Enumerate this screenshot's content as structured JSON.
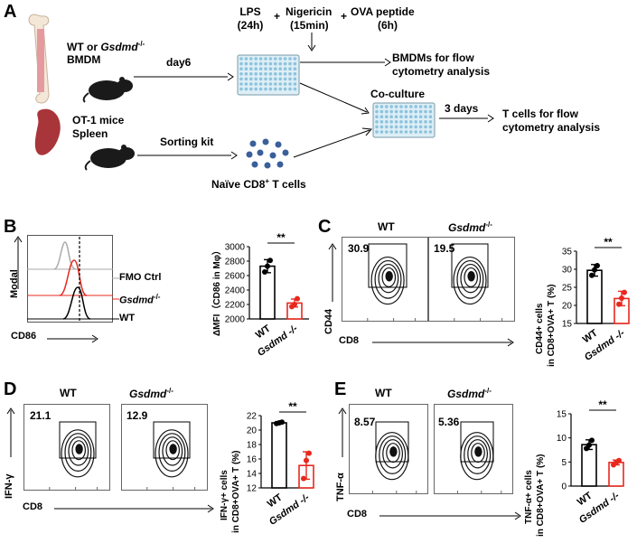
{
  "panelA": {
    "label": "A",
    "bmdm_source": "WT or Gsdmd-/- BMDM",
    "bmdm_line1_prefix": "WT or ",
    "bmdm_line1_gene": "Gsdmd",
    "bmdm_line1_sup": "-/-",
    "bmdm_line2": "BMDM",
    "day6": "day6",
    "lps": "LPS",
    "lps_time": "(24h)",
    "plus1": "+",
    "nigericin": "Nigericin",
    "nigericin_time": "(15min)",
    "plus2": "+",
    "ova": "OVA peptide",
    "ova_time": "(6h)",
    "bmdm_flow_1": "BMDMs for flow",
    "bmdm_flow_2": "cytometry analysis",
    "ot1_1": "OT-1 mice",
    "ot1_2": "Spleen",
    "sorting": "Sorting kit",
    "naive_prefix": "Naïve CD8",
    "naive_sup": "+",
    "naive_suffix": " T cells",
    "coculture": "Co-culture",
    "three_days": "3 days",
    "tflow_1": "T cells for flow",
    "tflow_2": "cytometry analysis"
  },
  "panelB": {
    "label": "B",
    "y_axis": "Modal",
    "x_axis": "CD86",
    "legend": [
      {
        "text": "FMO Ctrl",
        "color": "#aaaaaa"
      },
      {
        "text": "Gsdmd",
        "sup": "-/-",
        "color": "#e8281e",
        "italic": true
      },
      {
        "text": "WT",
        "color": "#000000"
      }
    ],
    "bar": {
      "ylabel": "ΔMFI（CD86 in Mφ）",
      "yticks": [
        "3000",
        "2800",
        "2600",
        "2400",
        "2200",
        "2000"
      ],
      "sig": "**",
      "xlabels": [
        "WT",
        "Gsdmd -/-"
      ]
    }
  },
  "panelC": {
    "label": "C",
    "wt": "WT",
    "ko_gene": "Gsdmd",
    "ko_sup": "-/-",
    "y_axis": "CD44",
    "x_axis": "CD8",
    "pct_wt": "30.9",
    "pct_ko": "19.5",
    "bar": {
      "ylabel_1": "CD44+ cells",
      "ylabel_2": "in CD8+OVA+ T (%)",
      "yticks": [
        "35",
        "30",
        "25",
        "20",
        "15"
      ],
      "sig": "**",
      "xlabels": [
        "WT",
        "Gsdmd -/-"
      ]
    }
  },
  "panelD": {
    "label": "D",
    "wt": "WT",
    "ko_gene": "Gsdmd",
    "ko_sup": "-/-",
    "y_axis": "IFN-γ",
    "x_axis": "CD8",
    "pct_wt": "21.1",
    "pct_ko": "12.9",
    "bar": {
      "ylabel_1": "IFN-γ+ cells",
      "ylabel_2": "in CD8+OVA+ T (%)",
      "yticks": [
        "22",
        "20",
        "18",
        "16",
        "14",
        "12"
      ],
      "sig": "**",
      "xlabels": [
        "WT",
        "Gsdmd -/-"
      ]
    }
  },
  "panelE": {
    "label": "E",
    "wt": "WT",
    "ko_gene": "Gsdmd",
    "ko_sup": "-/-",
    "y_axis": "TNF-α",
    "x_axis": "CD8",
    "pct_wt": "8.57",
    "pct_ko": "5.36",
    "bar": {
      "ylabel_1": "TNF-α+ cells",
      "ylabel_2": "in CD8+OVA+ T (%)",
      "yticks": [
        "15",
        "10",
        "5",
        "0"
      ],
      "sig": "**",
      "xlabels": [
        "WT",
        "Gsdmd -/-"
      ]
    }
  },
  "chart_data": [
    {
      "type": "bar",
      "panel": "B",
      "ylim": [
        2000,
        3000
      ],
      "categories": [
        "WT",
        "Gsdmd-/-"
      ],
      "values": [
        2730,
        2220
      ],
      "errors": [
        90,
        55
      ],
      "colors": [
        "#000000",
        "#e8281e"
      ],
      "points": [
        [
          2650,
          2730,
          2810
        ],
        [
          2170,
          2200,
          2280
        ]
      ]
    },
    {
      "type": "bar",
      "panel": "C",
      "ylim": [
        15,
        35
      ],
      "categories": [
        "WT",
        "Gsdmd-/-"
      ],
      "values": [
        29.7,
        21.9
      ],
      "errors": [
        1.6,
        2.0
      ],
      "colors": [
        "#000000",
        "#e8281e"
      ],
      "points": [
        [
          28.3,
          29.8,
          31.0
        ],
        [
          20.3,
          22.0,
          23.6
        ]
      ]
    },
    {
      "type": "bar",
      "panel": "D",
      "ylim": [
        12,
        22
      ],
      "categories": [
        "WT",
        "Gsdmd-/-"
      ],
      "values": [
        21.0,
        15.1
      ],
      "errors": [
        0.15,
        1.9
      ],
      "colors": [
        "#000000",
        "#e8281e"
      ],
      "points": [
        [
          20.9,
          21.0,
          21.1
        ],
        [
          13.3,
          15.8,
          16.8
        ]
      ]
    },
    {
      "type": "bar",
      "panel": "E",
      "ylim": [
        0,
        15
      ],
      "categories": [
        "WT",
        "Gsdmd-/-"
      ],
      "values": [
        8.6,
        4.9
      ],
      "errors": [
        1.0,
        0.5
      ],
      "colors": [
        "#000000",
        "#e8281e"
      ],
      "points": [
        [
          7.8,
          8.5,
          9.5
        ],
        [
          4.4,
          4.9,
          5.3
        ]
      ]
    }
  ]
}
